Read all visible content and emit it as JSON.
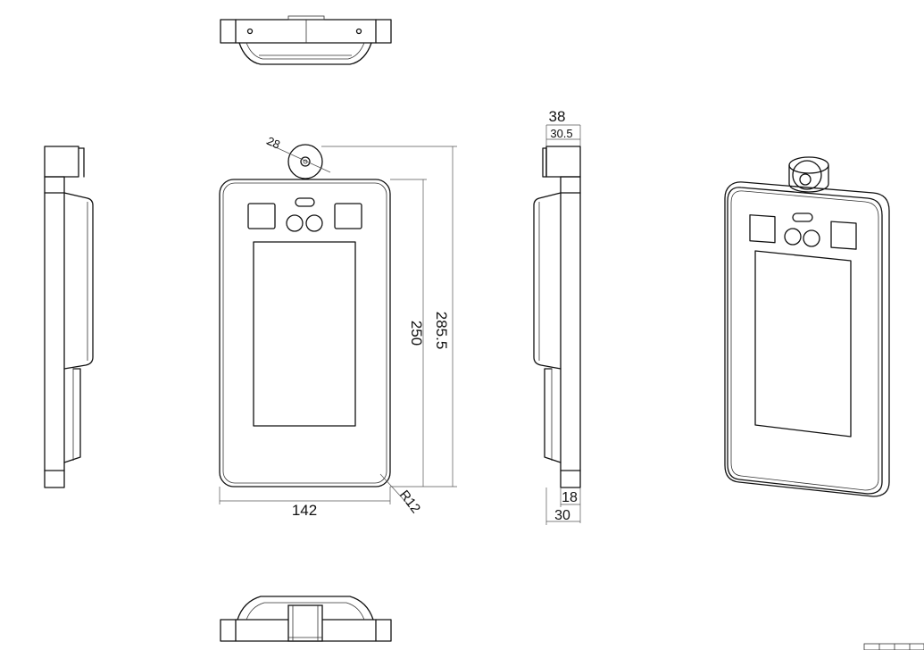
{
  "dimensions": {
    "width_142": "142",
    "height_250": "250",
    "height_285_5": "285.5",
    "radius_r12": "R12",
    "camera_28": "28",
    "depth_38": "38",
    "depth_30_5": "30.5",
    "depth_18": "18",
    "depth_30": "30"
  }
}
